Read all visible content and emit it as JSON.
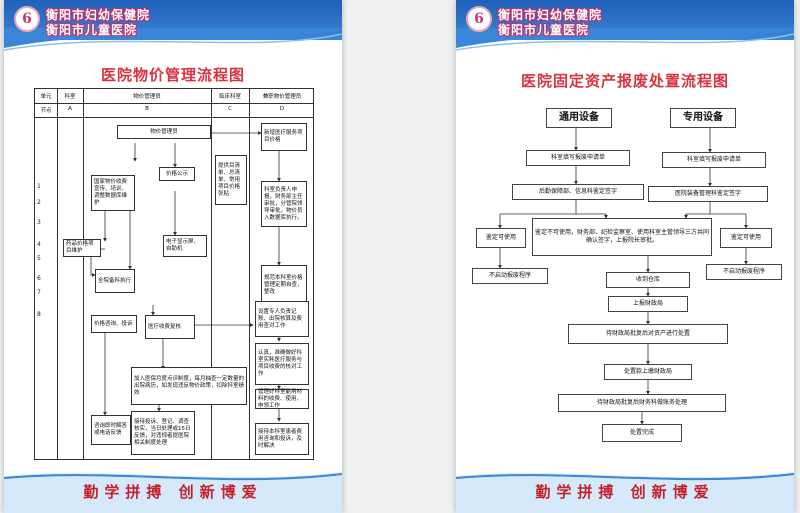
{
  "hospital": {
    "line1": "衡阳市妇幼保健院",
    "line2": "衡阳市儿童医院",
    "logo_char": "6"
  },
  "slogan": "勤学拼搏 创新博爱",
  "left": {
    "title": "医院物价管理流程图",
    "headers": [
      "单元",
      "科室",
      "物价管理员",
      "临床科室",
      "兼职物价管理员"
    ],
    "node_label": "节点",
    "node_letters": [
      "A",
      "B",
      "C",
      "D"
    ],
    "row_numbers": [
      "1",
      "2",
      "3",
      "4",
      "5",
      "6",
      "7",
      "8"
    ],
    "boxes": {
      "wujia_guanliyuan": "物价管理员",
      "xinzeng": "新增医疗服务项目价格",
      "guojia_wujia": "国家物价收费宣传、培训、调整数据库维护",
      "jiage_gongshi": "价格公示",
      "tigong_qingdan": "提供目清单、总清单、常用项目价格张贴",
      "keshi_shenqing": "科室负责人申报，财务部主任审批，分管院领导审批，物价员入数据库执行。",
      "yaopin_jiage": "药品价格项目维护",
      "dianzi_xianshi": "电子显示屏、自助机",
      "quanyuan_beike": "全院备科执行",
      "guanche_wujia": "规范本科室价格管理定期自查，整改",
      "jiage_zixun": "价格咨询、投诉",
      "yiliao_shoufei": "医疗收费复核",
      "shezhi_zhuanfuze": "设置专人负责记账、出院核算及费用查对工作",
      "renzhen_zhunque": "认真，准确做好科室实耗医疗服务与项目收费的核对工作",
      "jiaru_yibao": "加入医保月度点评制度，每月抽查一定数量的出院病历，如发现违反物价政策，扣除科室绩效",
      "guanli_haocai": "管理好科室能用材料的收费、使用、申领工作",
      "zixun_chuli": "咨询即时解答或电话反馈",
      "jieshou_tousu": "接待投诉、登记、调查核实，当日处理或15日反馈，对违规者提医院相关制度处理",
      "shouyan_bingren": "接待本科室患者费用咨询和投诉，及时解决"
    }
  },
  "right": {
    "title": "医院固定资产报废处置流程图",
    "boxes": {
      "tongyong": "通用设备",
      "zhuanyong": "专用设备",
      "shenqing_a": "科室填写报废申请单",
      "shenqing_b": "科室填写报废申请单",
      "houqin": "后勤保障部、信息科鉴定签字",
      "yiliao_zhuangbei": "医院装备管理科鉴定签字",
      "jianding_a": "鉴定可使用",
      "jianding_b": "鉴定不可使用，财务部、纪检监察室、使用科室主管领导三方共同确认签字，上报院长审批。",
      "jianding_c": "鉴定可使用",
      "buqidong_a": "不启动报废程序",
      "shouhui": "收到仓库",
      "buqidong_b": "不启动报废程序",
      "shangbao": "上报财政局",
      "dai_caizheng": "待财政局批复后对资产进行处置",
      "chuzhikuan": "处置款上缴财政局",
      "caiwu_zhangwu": "待财政局批复后财务科做账务处理",
      "chuzhi_wancheng": "处置完成"
    }
  },
  "colors": {
    "header_blue": "#1f5fb8",
    "title_red": "#d7343f",
    "hosp_outline": "#c0306a",
    "slogan_red": "#c4222b"
  }
}
